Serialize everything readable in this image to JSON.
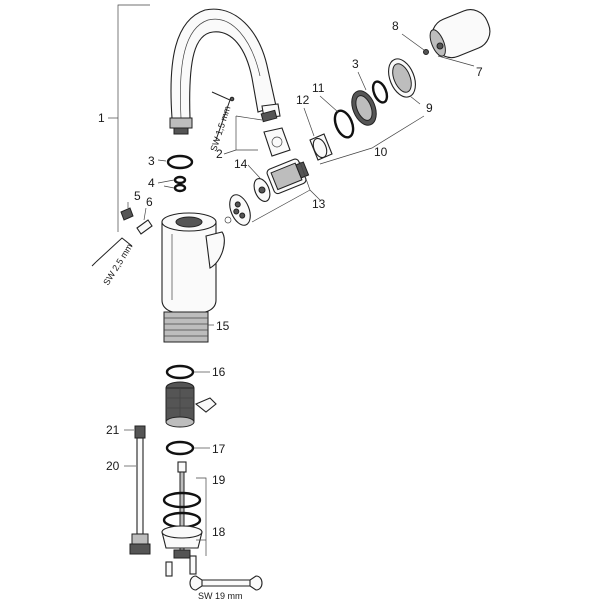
{
  "labels": {
    "p1": "1",
    "p2": "2",
    "p3a": "3",
    "p3b": "3",
    "p4": "4",
    "p5": "5",
    "p6": "6",
    "p7": "7",
    "p8": "8",
    "p9": "9",
    "p10": "10",
    "p11": "11",
    "p12": "12",
    "p13": "13",
    "p14": "14",
    "p15": "15",
    "p16": "16",
    "p17": "17",
    "p18": "18",
    "p19": "19",
    "p20": "20",
    "p21": "21"
  },
  "tools": {
    "hex_small": "SW 1,5 mm",
    "hex_large": "SW 2,5 mm",
    "wrench": "SW 19 mm"
  }
}
